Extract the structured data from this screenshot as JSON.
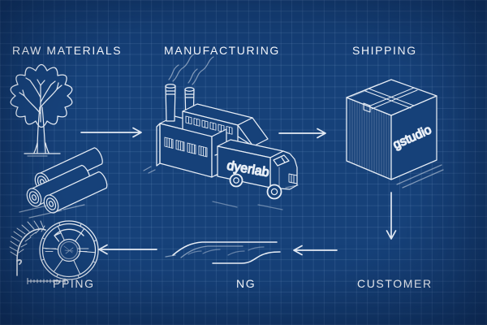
{
  "labels": {
    "raw_materials": "RAW MATERIALS",
    "manufacturing": "MANUFACTURING",
    "shipping": "SHIPPING",
    "customer": "CUSTOMER",
    "bottom_center_partial": "NG",
    "bottom_left_partial": "PPING"
  },
  "branding": {
    "truck_label": "dyerlab",
    "box_label": "gstudio"
  },
  "colors": {
    "background": "#164179",
    "grid_line": "#2B5690",
    "line_art": "#E8EEF6",
    "label_text": "#F2F5FA"
  },
  "figures": {
    "tree": "tree-sketch",
    "logs": "stacked-logs-sketch",
    "factory": "factory-with-chimneys-sketch",
    "truck": "delivery-truck-sketch",
    "box": "cardboard-shipping-box-sketch",
    "fabric": "fabric-sheet-sketch",
    "wheel": "spoked-wheel-sketch",
    "feather": "feather-sketch",
    "ruler": "measurement-ruler-sketch"
  },
  "arrows": [
    {
      "name": "arrow-raw-to-manufacturing",
      "direction": "right"
    },
    {
      "name": "arrow-manufacturing-to-shipping",
      "direction": "right"
    },
    {
      "name": "arrow-shipping-to-customer",
      "direction": "down"
    },
    {
      "name": "arrow-customer-to-bottom-center",
      "direction": "left"
    },
    {
      "name": "arrow-bottom-center-to-bottom-left",
      "direction": "left"
    }
  ]
}
